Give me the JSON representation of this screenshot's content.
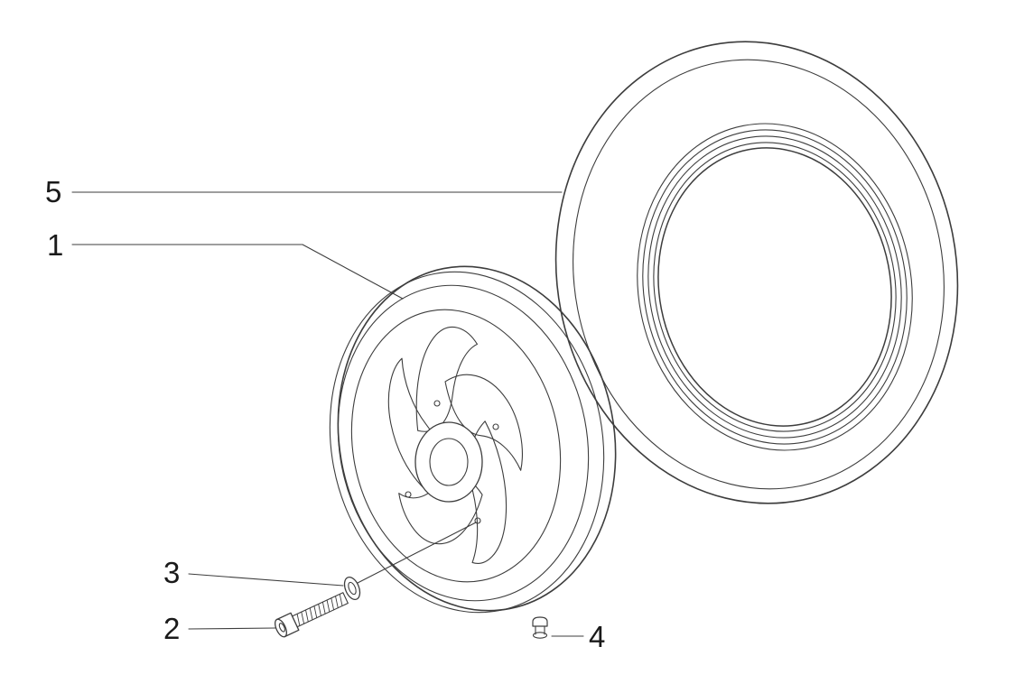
{
  "diagram": {
    "type": "exploded-parts-diagram",
    "subject": "front wheel assembly: rim, tire, bolt, washer, valve",
    "background_color": "#ffffff",
    "line_color": "#3d3d3d",
    "text_color": "#1a1a1a",
    "callouts": [
      {
        "label": "1",
        "part": "wheel-rim"
      },
      {
        "label": "2",
        "part": "bolt"
      },
      {
        "label": "3",
        "part": "washer"
      },
      {
        "label": "4",
        "part": "tire-valve"
      },
      {
        "label": "5",
        "part": "tire"
      }
    ]
  }
}
